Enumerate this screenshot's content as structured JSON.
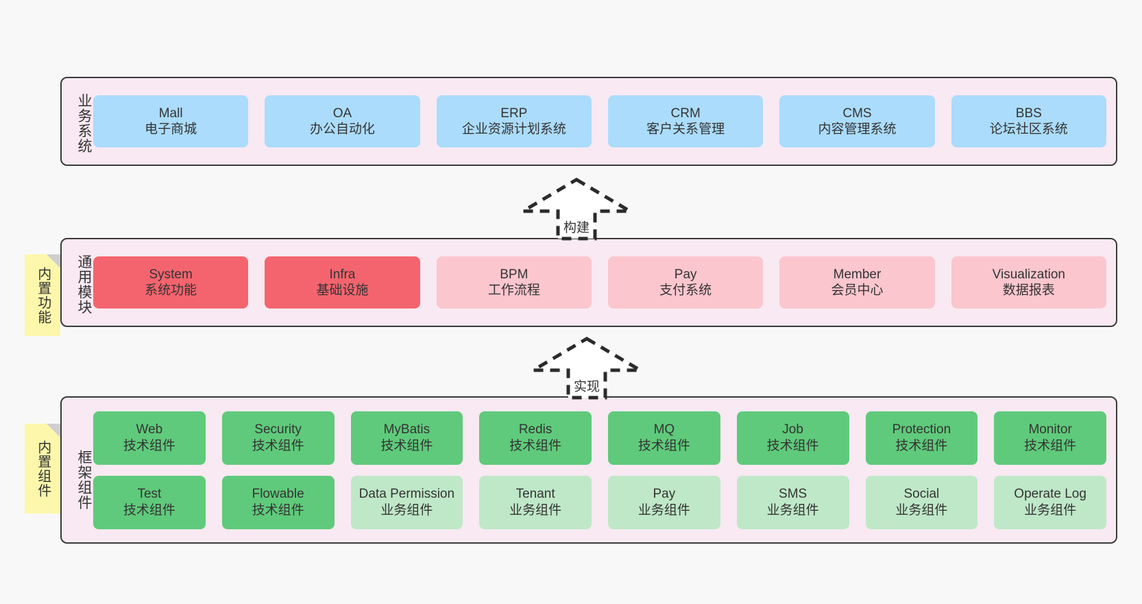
{
  "layers": [
    {
      "id": "business",
      "caption": "业务系统",
      "rows": [
        {
          "style": "blue",
          "cards": [
            {
              "title": "Mall",
              "sub": "电子商城"
            },
            {
              "title": "OA",
              "sub": "办公自动化"
            },
            {
              "title": "ERP",
              "sub": "企业资源计划系统"
            },
            {
              "title": "CRM",
              "sub": "客户关系管理"
            },
            {
              "title": "CMS",
              "sub": "内容管理系统"
            },
            {
              "title": "BBS",
              "sub": "论坛社区系统"
            }
          ]
        }
      ]
    },
    {
      "id": "modules",
      "caption": "通用模块",
      "rows": [
        {
          "cards": [
            {
              "title": "System",
              "sub": "系统功能",
              "style": "red"
            },
            {
              "title": "Infra",
              "sub": "基础设施",
              "style": "red"
            },
            {
              "title": "BPM",
              "sub": "工作流程",
              "style": "pink"
            },
            {
              "title": "Pay",
              "sub": "支付系统",
              "style": "pink"
            },
            {
              "title": "Member",
              "sub": "会员中心",
              "style": "pink"
            },
            {
              "title": "Visualization",
              "sub": "数据报表",
              "style": "pink"
            }
          ]
        }
      ]
    },
    {
      "id": "framework",
      "caption": "框架组件",
      "rows": [
        {
          "cards": [
            {
              "title": "Web",
              "sub": "技术组件",
              "style": "green"
            },
            {
              "title": "Security",
              "sub": "技术组件",
              "style": "green"
            },
            {
              "title": "MyBatis",
              "sub": "技术组件",
              "style": "green"
            },
            {
              "title": "Redis",
              "sub": "技术组件",
              "style": "green"
            },
            {
              "title": "MQ",
              "sub": "技术组件",
              "style": "green"
            },
            {
              "title": "Job",
              "sub": "技术组件",
              "style": "green"
            },
            {
              "title": "Protection",
              "sub": "技术组件",
              "style": "green"
            },
            {
              "title": "Monitor",
              "sub": "技术组件",
              "style": "green"
            }
          ]
        },
        {
          "cards": [
            {
              "title": "Test",
              "sub": "技术组件",
              "style": "green"
            },
            {
              "title": "Flowable",
              "sub": "技术组件",
              "style": "green"
            },
            {
              "title": "Data Permission",
              "sub": "业务组件",
              "style": "lightgreen"
            },
            {
              "title": "Tenant",
              "sub": "业务组件",
              "style": "lightgreen"
            },
            {
              "title": "Pay",
              "sub": "业务组件",
              "style": "lightgreen"
            },
            {
              "title": "SMS",
              "sub": "业务组件",
              "style": "lightgreen"
            },
            {
              "title": "Social",
              "sub": "业务组件",
              "style": "lightgreen"
            },
            {
              "title": "Operate Log",
              "sub": "业务组件",
              "style": "lightgreen"
            }
          ]
        }
      ]
    }
  ],
  "notes": [
    {
      "id": "functions",
      "text": "内置功能"
    },
    {
      "id": "components",
      "text": "内置组件"
    }
  ],
  "arrows": [
    {
      "id": "build",
      "label": "构建"
    },
    {
      "id": "impl",
      "label": "实现"
    }
  ],
  "colors": {
    "layer_background": "#f8e9f2",
    "layer_border": "#3a3a3a",
    "blue": "#abdcfb",
    "red": "#f4646e",
    "pink": "#fbc6ce",
    "green": "#5fca7b",
    "lightgreen": "#bfe8c8",
    "note": "#fcf7ab",
    "note_fold": "#cfcfcf",
    "page_background": "#f8f8f8",
    "text": "#333333"
  }
}
